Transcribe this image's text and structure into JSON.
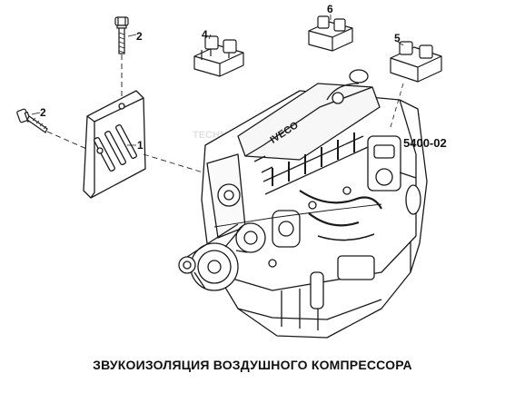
{
  "callouts": {
    "c1": "1",
    "c2_top": "2",
    "c2_left": "2",
    "c4": "4",
    "c5": "5",
    "c6": "6"
  },
  "drawing_code": "5400-02",
  "caption": "ЗВУКОИЗОЛЯЦИЯ ВОЗДУШНОГО КОМПРЕССОРА",
  "engine_valve_cover_text": "IVECO",
  "watermark_text": "TECHNOFORMA",
  "colors": {
    "line": "#1a1a1a",
    "watermark": "#c8c8c8",
    "background": "#ffffff"
  }
}
